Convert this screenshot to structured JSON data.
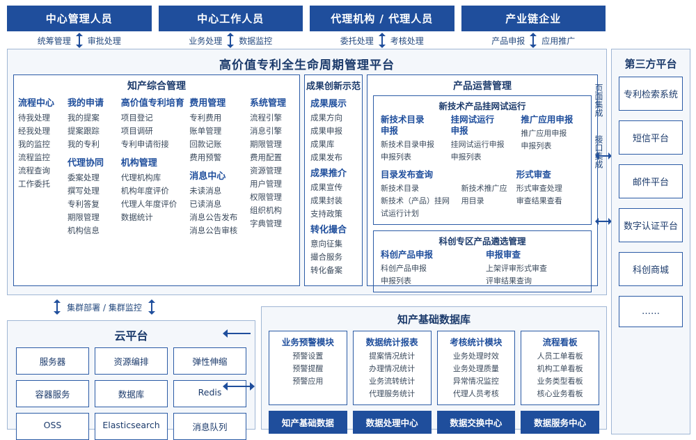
{
  "roles": [
    {
      "title": "中心管理人员",
      "subs": [
        "统筹管理",
        "审批处理"
      ]
    },
    {
      "title": "中心工作人员",
      "subs": [
        "业务处理",
        "数据监控"
      ]
    },
    {
      "title": "代理机构 / 代理人员",
      "subs": [
        "委托处理",
        "考核处理"
      ]
    },
    {
      "title": "产业链企业",
      "subs": [
        "产品申报",
        "应用推广"
      ]
    }
  ],
  "platform": {
    "title": "高价值专利全生命周期管理平台",
    "section1": {
      "title": "知产综合管理",
      "columns": [
        {
          "groups": [
            {
              "heading": "流程中心",
              "items": [
                "待我处理",
                "经我处理",
                "我的监控",
                "流程监控",
                "流程查询",
                "工作委托"
              ]
            }
          ]
        },
        {
          "groups": [
            {
              "heading": "我的申请",
              "items": [
                "我的提案",
                "提案跟踪",
                "我的专利"
              ]
            },
            {
              "heading": "代理协同",
              "items": [
                "委案处理",
                "撰写处理",
                "专利答复",
                "期限管理",
                "机构信息"
              ]
            }
          ]
        },
        {
          "groups": [
            {
              "heading": "高价值专利培育",
              "items": [
                "项目登记",
                "项目调研",
                "专利申请衔接"
              ]
            },
            {
              "heading": "机构管理",
              "items": [
                "代理机构库",
                "机构年度评价",
                "代理人年度评价",
                "数据统计"
              ]
            }
          ]
        },
        {
          "groups": [
            {
              "heading": "费用管理",
              "items": [
                "专利费用",
                "账单管理",
                "回款记账",
                "费用预警"
              ]
            },
            {
              "heading": "消息中心",
              "items": [
                "未读消息",
                "已读消息",
                "消息公告发布",
                "消息公告审核"
              ]
            }
          ]
        },
        {
          "groups": [
            {
              "heading": "系统管理",
              "items": [
                "流程引擎",
                "消息引擎",
                "期限管理",
                "费用配置",
                "资源管理",
                "用户管理",
                "权限管理",
                "组织机构",
                "字典管理"
              ]
            }
          ]
        }
      ]
    },
    "section2": {
      "title": "成果创新示范",
      "groups": [
        {
          "heading": "成果展示",
          "items": [
            "成果方向",
            "成果申报",
            "成果库",
            "成果发布"
          ]
        },
        {
          "heading": "成果推介",
          "items": [
            "成果宣传",
            "成果封装",
            "支持政策"
          ]
        },
        {
          "heading": "转化撮合",
          "items": [
            "意向征集",
            "撮合服务",
            "转化备案"
          ]
        }
      ]
    },
    "section3": {
      "title": "产品运营管理",
      "panels": [
        {
          "title": "新技术产品挂网试运行",
          "rows": [
            [
              {
                "heading": "新技术目录\n申报",
                "items": [
                  "新技术目录申报",
                  "申报列表"
                ]
              },
              {
                "heading": "挂网试运行\n申报",
                "items": [
                  "挂网试运行申报",
                  "申报列表"
                ]
              },
              {
                "heading": "推广应用申报",
                "items": [
                  "推广应用申报",
                  "申报列表"
                ]
              }
            ],
            [
              {
                "heading": "目录发布查询",
                "items": [
                  "新技术目录",
                  "新技术（产品）挂网试运行计划"
                ],
                "items2": [
                  "新技术推广应用目录"
                ]
              },
              {
                "heading": "形式审查",
                "items": [
                  "形式审查处理",
                  "审查结果查看"
                ]
              }
            ]
          ]
        },
        {
          "title": "科创专区产品遴选管理",
          "rows": [
            [
              {
                "heading": "科创产品申报",
                "items": [
                  "科创产品申报",
                  "申报列表"
                ]
              },
              {
                "heading": "申报审查",
                "items": [
                  "上架评审形式审查",
                  "评审结果查询"
                ]
              }
            ]
          ]
        }
      ]
    },
    "integration": [
      "页面集成",
      "接口集成"
    ]
  },
  "third_party": {
    "title": "第三方平台",
    "items": [
      "专利检索系统",
      "短信平台",
      "邮件平台",
      "数字认证平台",
      "科创商城",
      "……"
    ]
  },
  "cloud": {
    "title": "云平台",
    "connector_label": "集群部署 / 集群监控",
    "cells": [
      "服务器",
      "资源编排",
      "弹性伸缩",
      "容器服务",
      "数据库",
      "Redis",
      "OSS",
      "Elasticsearch",
      "消息队列"
    ]
  },
  "database": {
    "title": "知产基础数据库",
    "columns": [
      {
        "heading": "业务预警模块",
        "items": [
          "预警设置",
          "预警提醒",
          "预警应用"
        ]
      },
      {
        "heading": "数据统计报表",
        "items": [
          "提案情况统计",
          "办理情况统计",
          "业务流转统计",
          "代理服务统计"
        ]
      },
      {
        "heading": "考核统计模块",
        "items": [
          "业务处理时效",
          "业务处理质量",
          "异常情况监控",
          "代理人员考核"
        ]
      },
      {
        "heading": "流程看板",
        "items": [
          "人员工单看板",
          "机构工单看板",
          "业务类型看板",
          "核心业务看板"
        ]
      }
    ],
    "bottom": [
      "知产基础数据",
      "数据处理中心",
      "数据交换中心",
      "数据服务中心"
    ]
  },
  "colors": {
    "brand": "#1f4e9c",
    "border": "#2a5aa5",
    "panel_bg": "#f4f7fb",
    "text": "#1b3a6b"
  }
}
